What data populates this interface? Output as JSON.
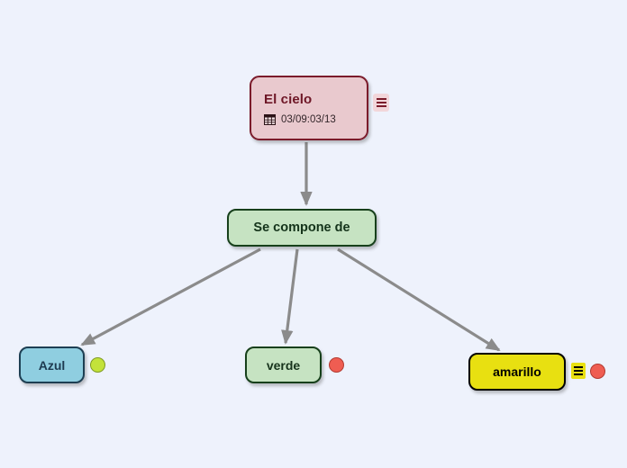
{
  "app": {
    "background_color": "#eef2fc",
    "type": "mind-map"
  },
  "mindmap": {
    "root": {
      "title": "El cielo",
      "date": "03/09:03/13",
      "date_icon": "calendar-icon",
      "note_icon": "note-icon",
      "fill_color": "#e9c9ce",
      "border_color": "#7b1b2b",
      "text_color": "#6e1626"
    },
    "branch": {
      "label": "Se compone de",
      "fill_color": "#c6e3c2",
      "border_color": "#17401b",
      "text_color": "#14331a"
    },
    "leaves": [
      {
        "label": "Azul",
        "fill_color": "#8fcee0",
        "border_color": "#1d3f53",
        "text_color": "#1d3a50",
        "dot_color": "#c3e23a",
        "dot_name": "green-status-dot"
      },
      {
        "label": "verde",
        "fill_color": "#c6e3c2",
        "border_color": "#17401b",
        "text_color": "#17331c",
        "dot_color": "#ef5d52",
        "dot_name": "red-status-dot"
      },
      {
        "label": "amarillo",
        "fill_color": "#e8e011",
        "border_color": "#000000",
        "text_color": "#000000",
        "dot_color": "#ef5d52",
        "dot_name": "red-status-dot",
        "note_icon": "note-icon"
      }
    ],
    "connector_color": "#8b8b8b"
  }
}
